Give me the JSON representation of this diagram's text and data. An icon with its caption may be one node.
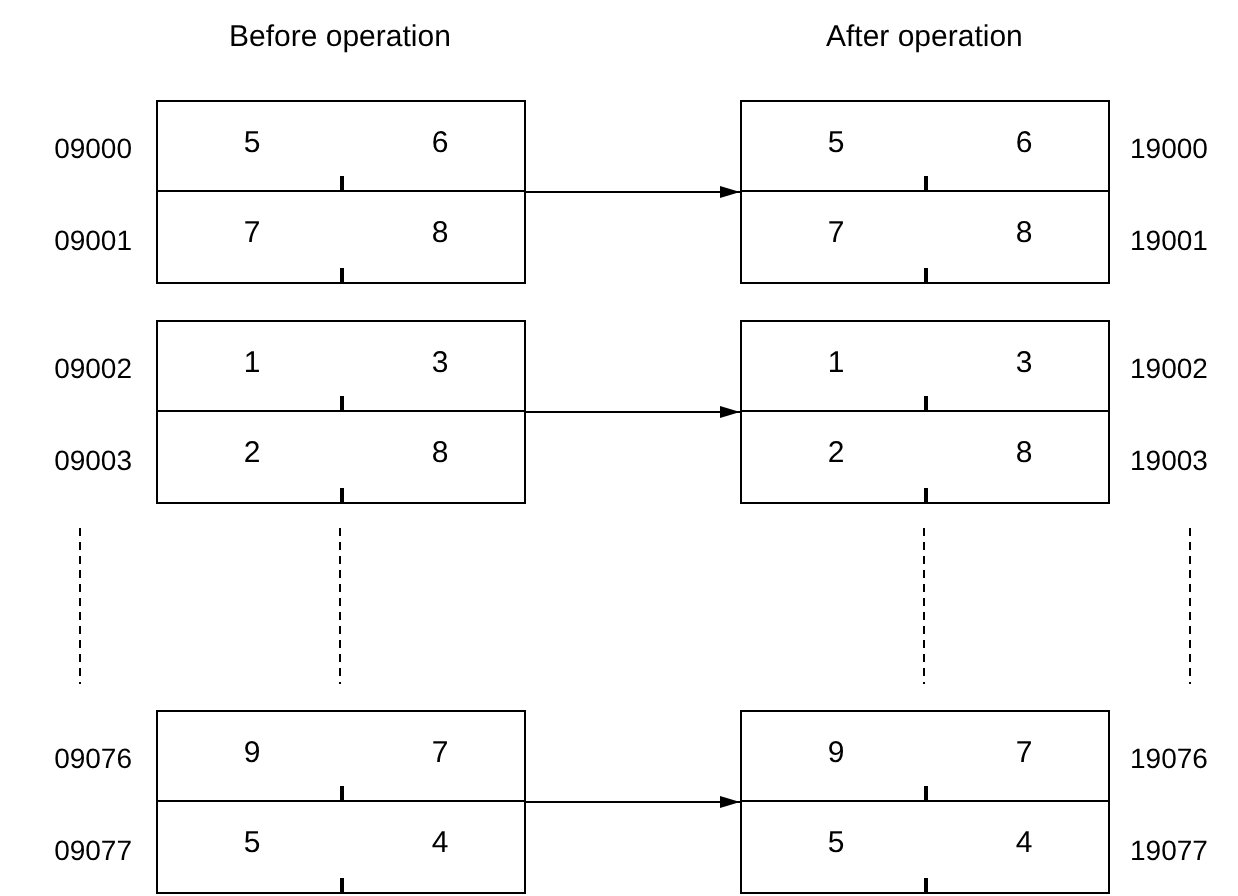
{
  "diagram": {
    "nodes": [
      {
        "text": [
          "5",
          "6",
          "7",
          "8"
        ],
        "beside": [
          "09000",
          "09001"
        ]
      },
      {
        "text": [
          "5",
          "6",
          "7",
          "8"
        ],
        "beside": [
          "19000",
          "19001"
        ]
      },
      {
        "text": [
          "1",
          "3",
          "2",
          "8"
        ],
        "beside": [
          "09002",
          "09003"
        ]
      },
      {
        "text": [
          "1",
          "3",
          "2",
          "8"
        ],
        "beside": [
          "19002",
          "19003"
        ]
      },
      {
        "text": [
          "9",
          "7",
          "5",
          "4"
        ],
        "beside": [
          "09076",
          "09077"
        ]
      },
      {
        "text": [
          "9",
          "7",
          "5",
          "4"
        ],
        "beside": [
          "19076",
          "19077"
        ]
      }
    ],
    "edges": [
      {
        "from": 0,
        "to": 1,
        "arrow": "to"
      },
      {
        "from": 2,
        "to": 3,
        "arrow": "to"
      },
      {
        "from": 4,
        "to": 5,
        "arrow": "to"
      }
    ],
    "labels": [
      "Before operation",
      "After operation"
    ]
  }
}
